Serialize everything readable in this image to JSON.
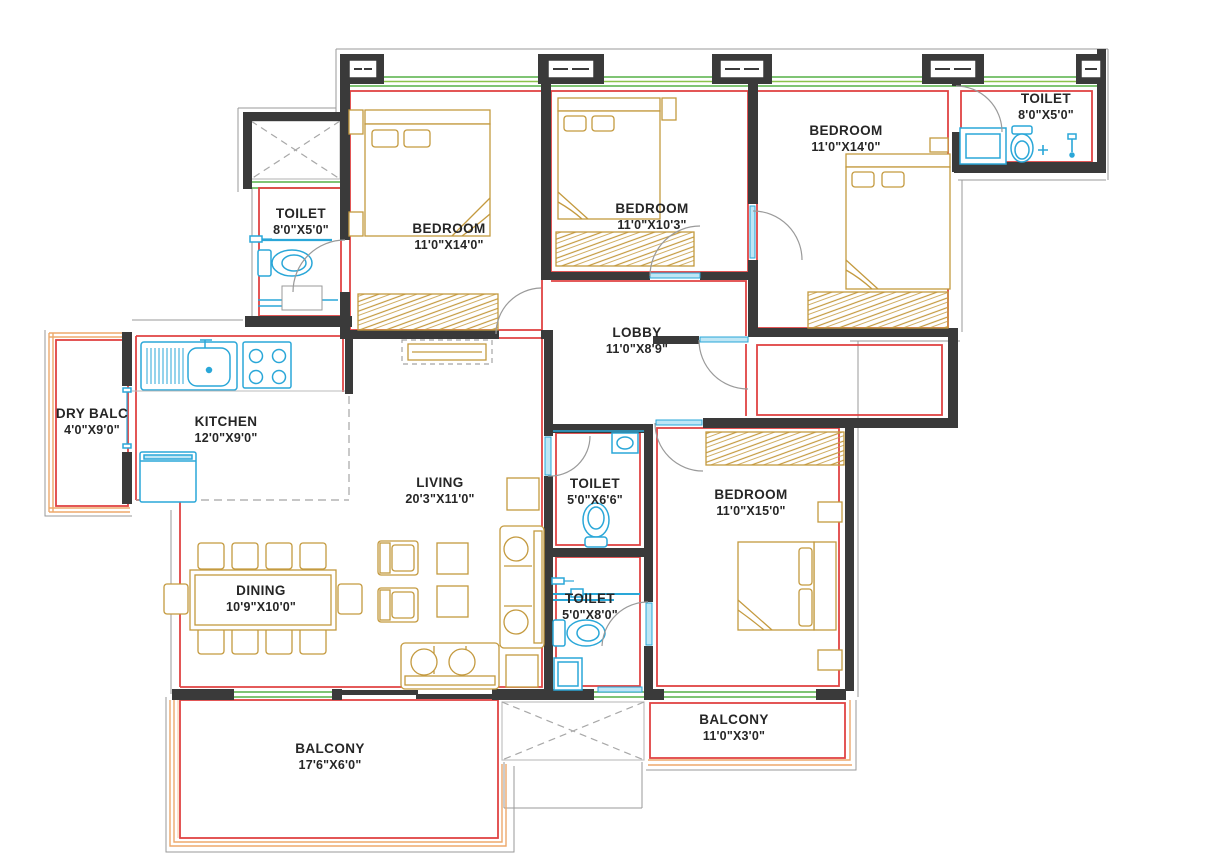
{
  "plan": {
    "type": "residential apartment floor plan",
    "colors": {
      "wall": "#3a3a3a",
      "room_outline_red": "#e04343",
      "window_green": "#55b047",
      "fixture_cyan": "#2aa7d8",
      "furniture_tan": "#c49a3f",
      "balcony_orange": "#eda96b",
      "door_arc_gray": "#9a9a9a",
      "text": "#262626"
    }
  },
  "rooms": [
    {
      "key": "toilet-top-right",
      "name": "TOILET",
      "dims": "8'0\"X5'0\""
    },
    {
      "key": "bedroom-top-right",
      "name": "BEDROOM",
      "dims": "11'0\"X14'0\""
    },
    {
      "key": "bedroom-top-middle",
      "name": "BEDROOM",
      "dims": "11'0\"X10'3\""
    },
    {
      "key": "bedroom-top-left",
      "name": "BEDROOM",
      "dims": "11'0\"X14'0\""
    },
    {
      "key": "toilet-left",
      "name": "TOILET",
      "dims": "8'0\"X5'0\""
    },
    {
      "key": "lobby",
      "name": "LOBBY",
      "dims": "11'0\"X8'9\""
    },
    {
      "key": "dry-balcony",
      "name": "DRY BALC",
      "dims": "4'0\"X9'0\""
    },
    {
      "key": "kitchen",
      "name": "KITCHEN",
      "dims": "12'0\"X9'0\""
    },
    {
      "key": "living",
      "name": "LIVING",
      "dims": "20'3\"X11'0\""
    },
    {
      "key": "toilet-mid-upper",
      "name": "TOILET",
      "dims": "5'0\"X6'6\""
    },
    {
      "key": "bedroom-bottom-right",
      "name": "BEDROOM",
      "dims": "11'0\"X15'0\""
    },
    {
      "key": "dining",
      "name": "DINING",
      "dims": "10'9\"X10'0\""
    },
    {
      "key": "toilet-mid-lower",
      "name": "TOILET",
      "dims": "5'0\"X8'0\""
    },
    {
      "key": "balcony-bottom-left",
      "name": "BALCONY",
      "dims": "17'6\"X6'0\""
    },
    {
      "key": "balcony-bottom-right",
      "name": "BALCONY",
      "dims": "11'0\"X3'0\""
    }
  ]
}
